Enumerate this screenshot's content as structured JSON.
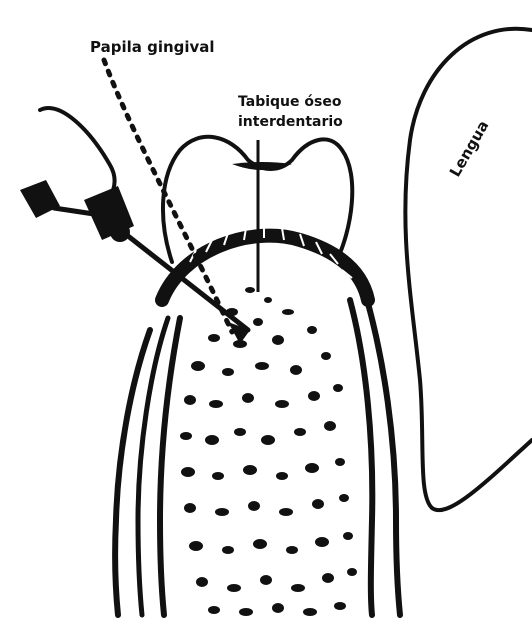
{
  "diagram": {
    "labels": {
      "papila": "Papila gingival",
      "tabique_line1": "Tabique óseo",
      "tabique_line2": "interdentario",
      "lengua": "Lengua"
    },
    "colors": {
      "ink": "#111111",
      "background": "#ffffff"
    }
  }
}
